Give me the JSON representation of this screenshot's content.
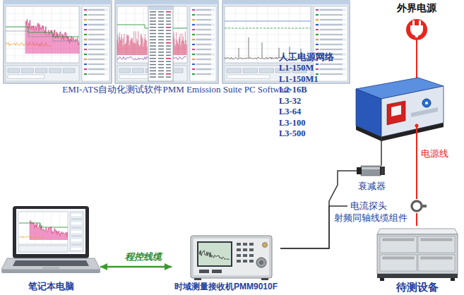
{
  "diagram": {
    "nodes": [
      {
        "text": [
          "EMI-ATS自动化测试软件PMM Emission Suite PC Software"
        ]
      },
      {
        "text": [
          "外界电源"
        ]
      },
      {
        "text": [
          "人工电源网络",
          "L1-150M",
          "L1-150M1",
          "L2-16B",
          "L3-32",
          "L3-64",
          "L3-100",
          "L3-500"
        ]
      },
      {
        "text": [
          "衰减器"
        ]
      },
      {
        "text": [
          "电流探头"
        ]
      },
      {
        "text": [
          "待测设备"
        ]
      },
      {
        "text": [
          "时域测量接收机PMM9010F"
        ]
      },
      {
        "text": [
          "笔记本电脑"
        ]
      }
    ],
    "edges": [
      {
        "from": 1,
        "to": 2,
        "arrow": "none"
      },
      {
        "from": 2,
        "to": 4,
        "arrow": "none",
        "label": "电源线"
      },
      {
        "from": 4,
        "to": 5,
        "arrow": "none"
      },
      {
        "from": 2,
        "to": 3,
        "arrow": "none"
      },
      {
        "from": 6,
        "to": 3,
        "arrow": "none",
        "label": "射频同轴线缆组件"
      },
      {
        "from": 6,
        "to": 4,
        "arrow": "none"
      },
      {
        "from": 7,
        "to": 6,
        "arrow": "both",
        "label": "程控线缆"
      }
    ]
  }
}
